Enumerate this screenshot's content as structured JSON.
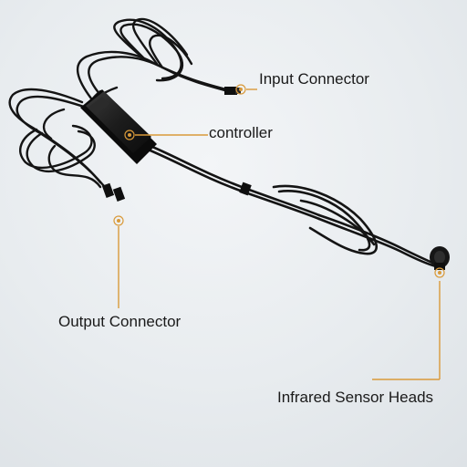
{
  "labels": {
    "input_connector": "Input Connector",
    "controller": "controller",
    "output_connector": "Output Connector",
    "infrared_sensor_heads": "Infrared Sensor Heads"
  },
  "colors": {
    "callout_line": "#d99a3a",
    "cable": "#141414",
    "background": "#e9edf0"
  },
  "icons": {
    "callout_marker": "target-icon"
  }
}
